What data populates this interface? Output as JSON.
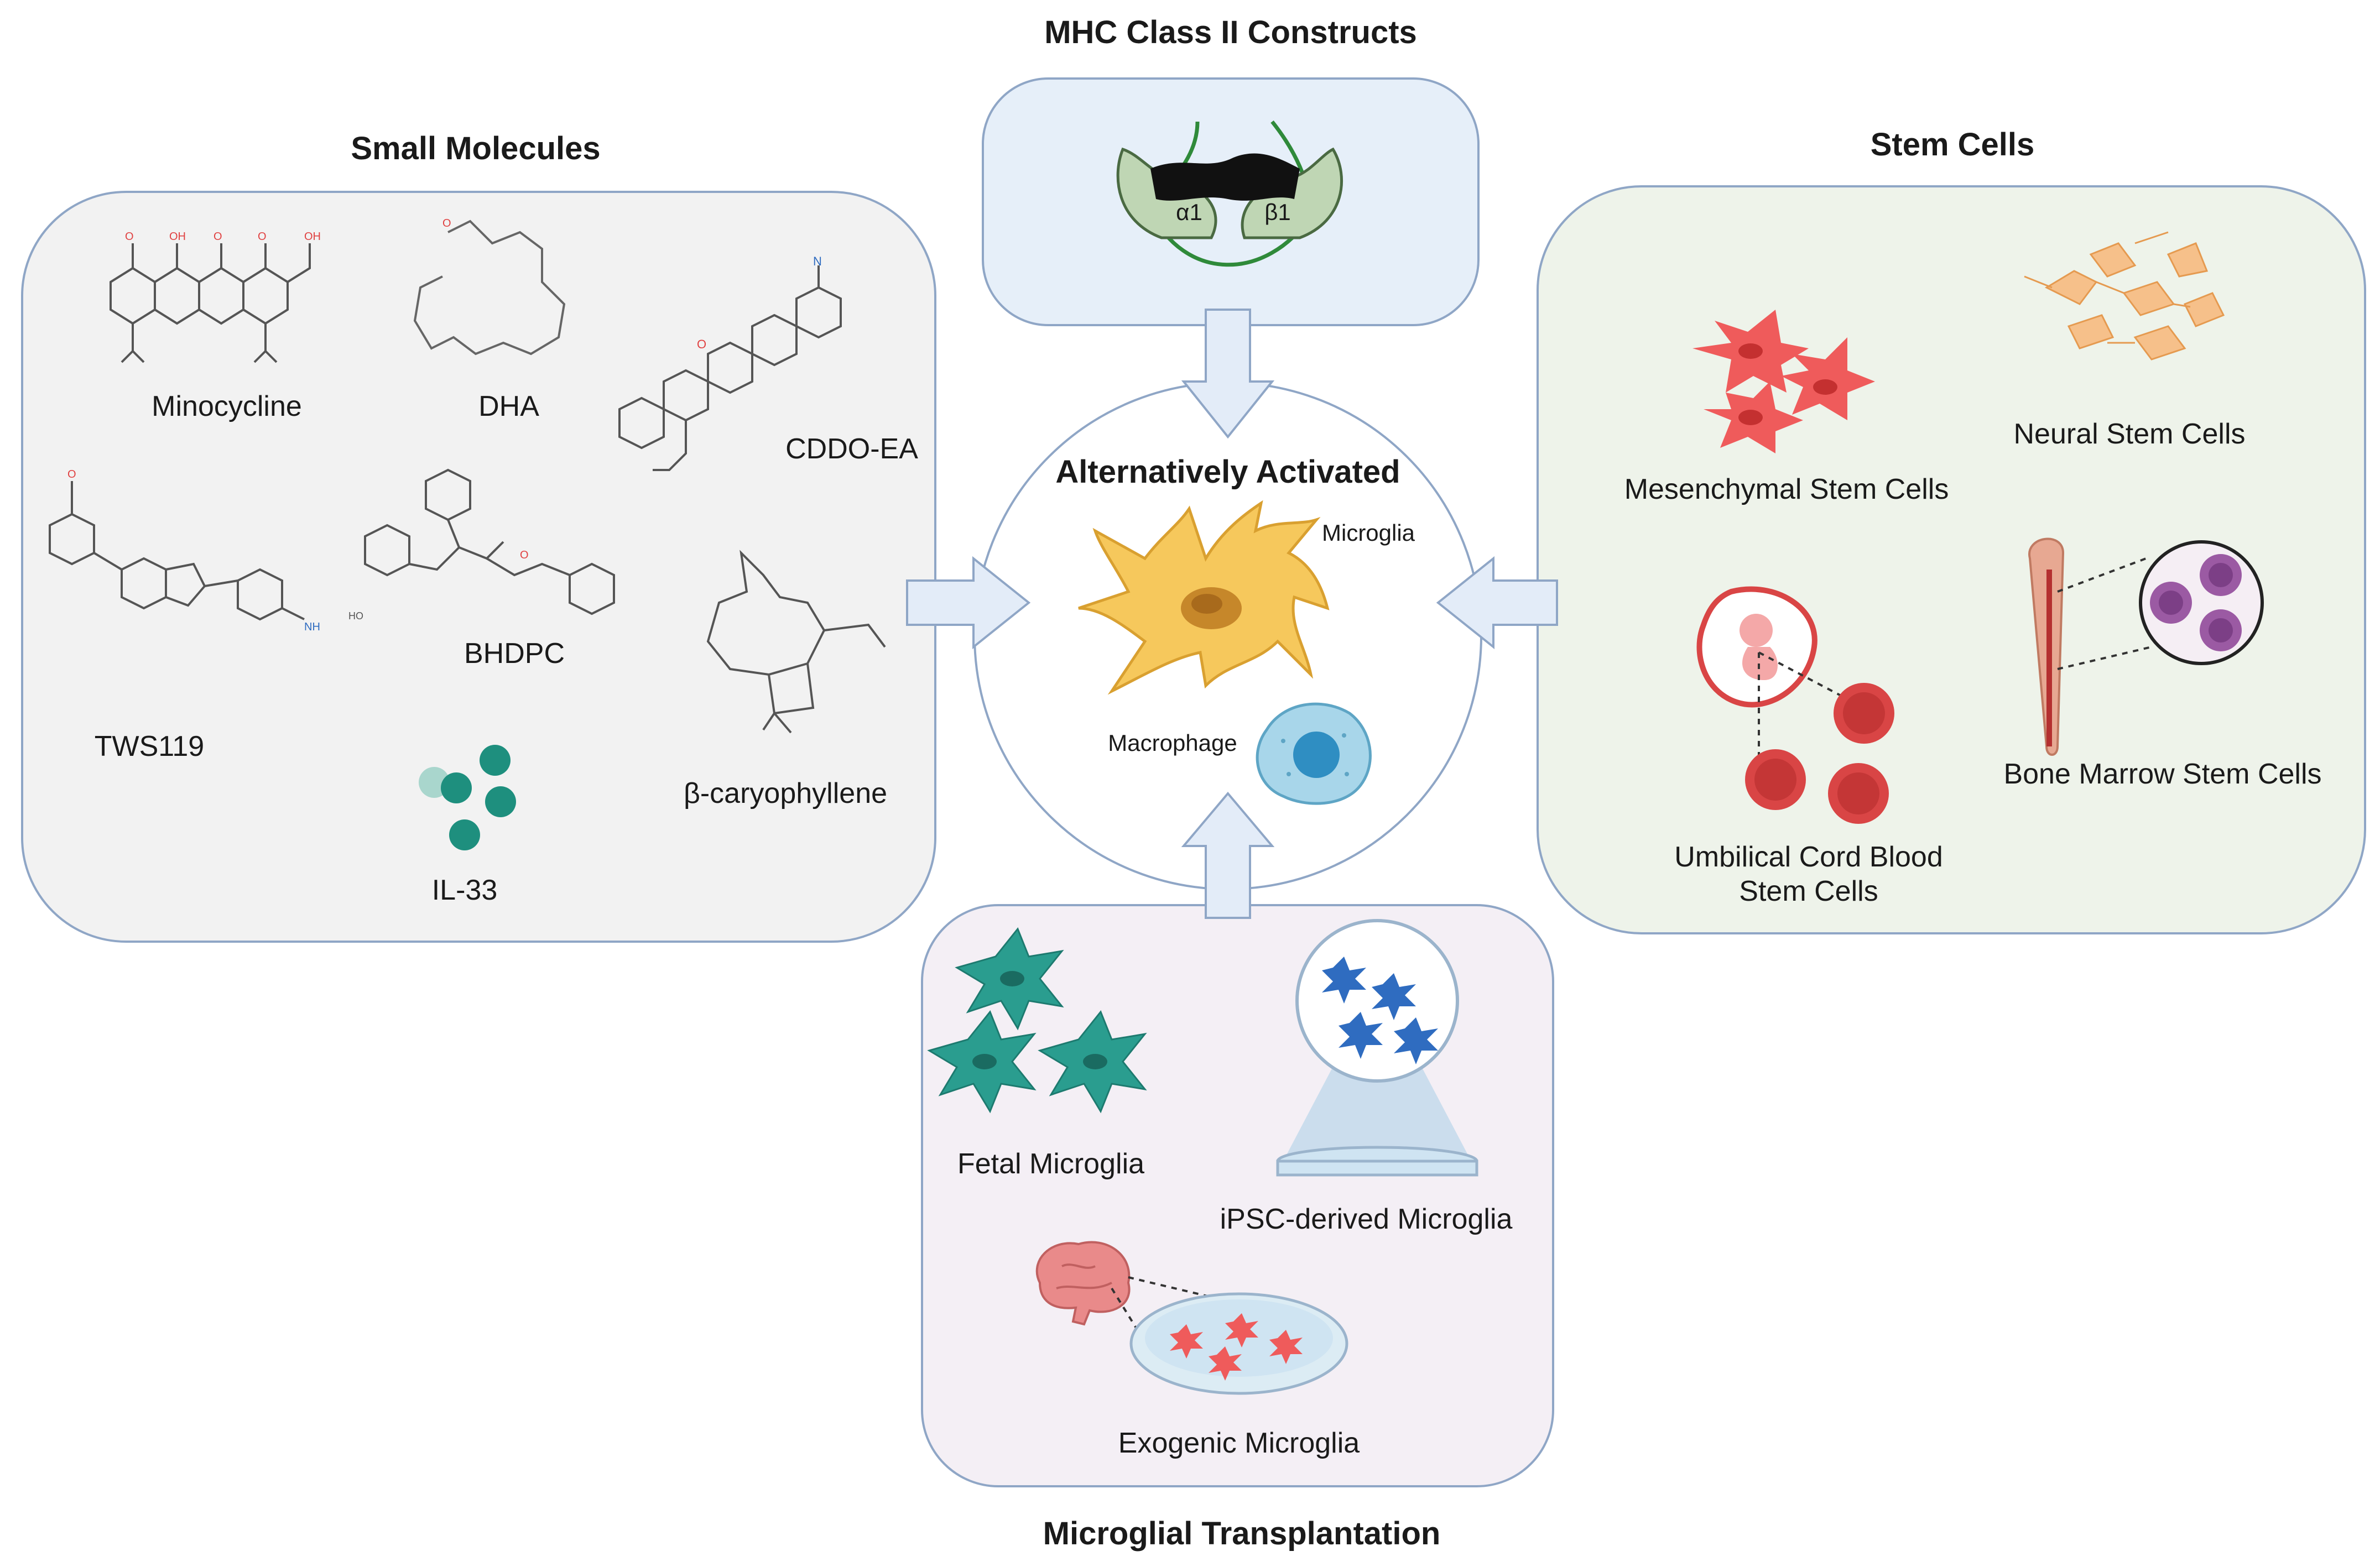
{
  "colors": {
    "panel_border": "#8fa6c6",
    "small_molecules_bg": "#f2f2f2",
    "mhc_bg": "#e6eff9",
    "stem_cells_bg": "#eef3ea",
    "transplant_bg": "#f4eff5",
    "arrow_fill": "#e3ecf8",
    "microglia_yellow": "#f6c85c",
    "macrophage_blue": "#a8d6ea",
    "fetal_teal": "#2a9d8f",
    "ipsc_blue": "#2f6cc0",
    "msc_red": "#ef5b5b",
    "nsc_orange": "#f6c08a",
    "rbc_red": "#d94545",
    "marrow_purple": "#9b5aa3"
  },
  "center": {
    "title": "Alternatively Activated",
    "microglia_label": "Microglia",
    "macrophage_label": "Macrophage"
  },
  "mhc": {
    "title": "MHC Class II Constructs",
    "alpha_label": "α1",
    "beta_label": "β1"
  },
  "small_molecules": {
    "title": "Small Molecules",
    "items": [
      "Minocycline",
      "DHA",
      "CDDO-EA",
      "TWS119",
      "BHDPC",
      "β-caryophyllene",
      "IL-33"
    ]
  },
  "stem_cells": {
    "title": "Stem Cells",
    "items": [
      "Mesenchymal Stem Cells",
      "Neural Stem Cells",
      "Umbilical Cord Blood",
      "Stem Cells",
      "Bone Marrow Stem Cells"
    ]
  },
  "transplantation": {
    "title": "Microglial Transplantation",
    "items": [
      "Fetal Microglia",
      "iPSC-derived Microglia",
      "Exogenic Microglia"
    ]
  },
  "icons": [
    "microglia-cell",
    "macrophage-cell",
    "mhc-molecule",
    "mesenchymal-cell",
    "neural-stem-cell",
    "fetus-icon",
    "red-blood-cell",
    "bone-icon",
    "petri-dish",
    "brain-icon",
    "il33-molecule"
  ]
}
